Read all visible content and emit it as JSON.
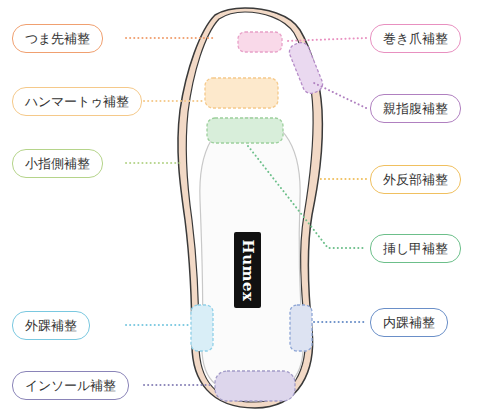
{
  "diagram": {
    "nodes": [
      {
        "text": [
          "つま先補整"
        ]
      },
      {
        "text": [
          "巻き爪補整"
        ]
      },
      {
        "text": [
          "ハンマートゥ補整"
        ]
      },
      {
        "text": [
          "親指腹補整"
        ]
      },
      {
        "text": [
          "小指側補整"
        ]
      },
      {
        "text": [
          "外反部補整"
        ]
      },
      {
        "text": [
          "Humex"
        ]
      },
      {
        "text": [
          "挿し甲補整"
        ]
      },
      {
        "text": [
          "外踝補整"
        ]
      },
      {
        "text": [
          "内踝補整"
        ]
      },
      {
        "text": [
          "インソール補整"
        ]
      }
    ]
  }
}
